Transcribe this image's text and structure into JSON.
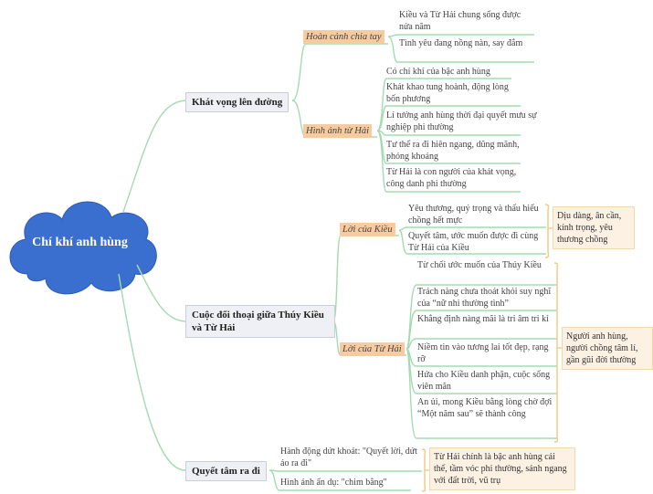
{
  "root": "Chí khí anh hùng",
  "colors": {
    "cloud": "#3b6fcf",
    "line": "#9bd7a9",
    "sub": "#f7cba0",
    "bracket": "#f3c77e"
  },
  "branches": [
    {
      "label": "Khát vọng lên đường",
      "groups": [
        {
          "label": "Hoàn cảnh chia tay",
          "leaves": [
            "Kiều và Từ Hải chung sống được nửa năm",
            "Tình yêu đang nồng nàn, say đắm"
          ]
        },
        {
          "label": "Hình ảnh từ Hải",
          "leaves": [
            "Có chí khí của bậc anh hùng",
            "Khát khao tung hoành, động lòng bốn phương",
            "Lí tưởng anh hùng thời đại quyết mưu sự nghiệp phi thường",
            "Tư thế ra đi hiên ngang, dũng mãnh, phóng khoáng",
            "Từ Hải là con người của khát vọng, công danh phi thường"
          ]
        }
      ]
    },
    {
      "label": "Cuộc đối thoại giữa Thúy Kiều và Từ Hải",
      "groups": [
        {
          "label": "Lời của Kiều",
          "leaves": [
            "Yêu thương, quý trọng và thấu hiểu chồng hết mực",
            "Quyết tâm, ước muốn được đi cùng Từ Hải của Kiều"
          ],
          "summary": "Dịu dàng, ân cần, kính trọng, yêu thương chồng"
        },
        {
          "label": "Lời của Từ Hải",
          "leaves": [
            "Từ chối ước muốn của Thúy Kiều",
            "Trách nàng chưa thoát khỏi suy nghĩ của “nữ nhi thường tình”",
            "Khẳng định nàng mãi là tri âm tri kỉ",
            "Niềm tin vào tương lai tốt đẹp, rạng rỡ",
            "Hứa cho Kiều danh phận, cuộc sống viên mãn",
            "An ủi, mong Kiều bằng lòng chờ đợi “Một năm sau” sẽ thành công"
          ],
          "summary": "Người anh hùng, người chồng tâm lí, gần gũi đời thường"
        }
      ]
    },
    {
      "label": "Quyết tâm ra đi",
      "leaves": [
        "Hành động dứt khoát: \"Quyết lời, dứt áo ra đi\"",
        "Hình ảnh ẩn dụ: \"chim bằng\""
      ],
      "summary": "Từ Hải chính là bậc anh hùng cái thế, tầm vóc phi thường, sánh ngang với đất trời, vũ trụ"
    }
  ]
}
